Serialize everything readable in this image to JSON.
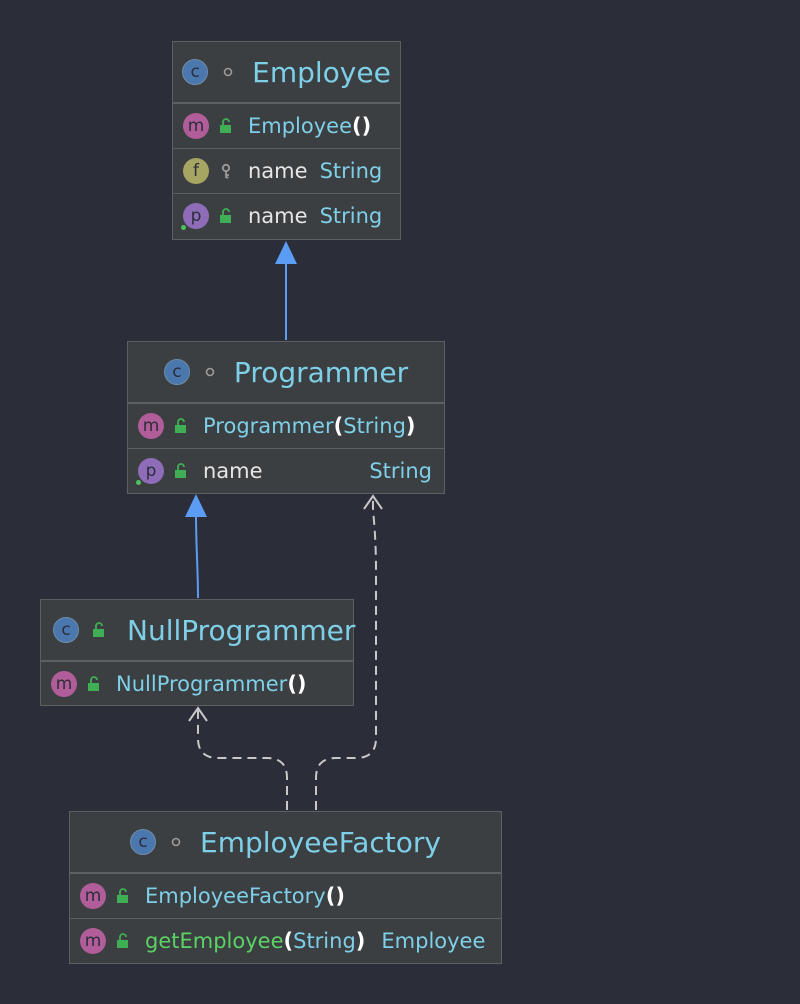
{
  "diagram": {
    "classes": {
      "employee": {
        "name": "Employee",
        "visibility_icon": "package-private-icon",
        "members": [
          {
            "kind": "m",
            "visibility_icon": "public-lock-icon",
            "name": "Employee",
            "params": "()",
            "type": ""
          },
          {
            "kind": "f",
            "visibility_icon": "private-key-icon",
            "name": "name",
            "type": "String"
          },
          {
            "kind": "p",
            "visibility_icon": "public-lock-icon",
            "name": "name",
            "type": "String"
          }
        ]
      },
      "programmer": {
        "name": "Programmer",
        "visibility_icon": "package-private-icon",
        "members": [
          {
            "kind": "m",
            "visibility_icon": "public-lock-icon",
            "name": "Programmer",
            "params_open": "(",
            "params": "String",
            "params_close": ")"
          },
          {
            "kind": "p",
            "visibility_icon": "public-lock-icon",
            "name": "name",
            "type": "String"
          }
        ]
      },
      "null_programmer": {
        "name": "NullProgrammer",
        "visibility_icon": "public-lock-icon",
        "members": [
          {
            "kind": "m",
            "visibility_icon": "public-lock-icon",
            "name": "NullProgrammer",
            "params": "()"
          }
        ]
      },
      "employee_factory": {
        "name": "EmployeeFactory",
        "visibility_icon": "package-private-icon",
        "members": [
          {
            "kind": "m",
            "visibility_icon": "public-lock-icon",
            "name": "EmployeeFactory",
            "params": "()"
          },
          {
            "kind": "m",
            "visibility_icon": "public-lock-icon",
            "name": "getEmployee",
            "params_open": "(",
            "params": "String",
            "params_close": ")",
            "type": "Employee"
          }
        ]
      }
    },
    "kind_labels": {
      "class": "c",
      "method": "m",
      "field": "f",
      "property": "p"
    },
    "relations": [
      {
        "from": "Programmer",
        "to": "Employee",
        "type": "inheritance"
      },
      {
        "from": "NullProgrammer",
        "to": "Programmer",
        "type": "inheritance"
      },
      {
        "from": "EmployeeFactory",
        "to": "NullProgrammer",
        "type": "dependency"
      },
      {
        "from": "EmployeeFactory",
        "to": "Programmer",
        "type": "dependency"
      }
    ],
    "colors": {
      "background": "#2b2d39",
      "box": "#3c3f41",
      "inheritance": "#5b9cf5",
      "dependency": "#c8c8c8",
      "class_name": "#7ecfe8",
      "method_name_highlight": "#5ad364"
    }
  }
}
